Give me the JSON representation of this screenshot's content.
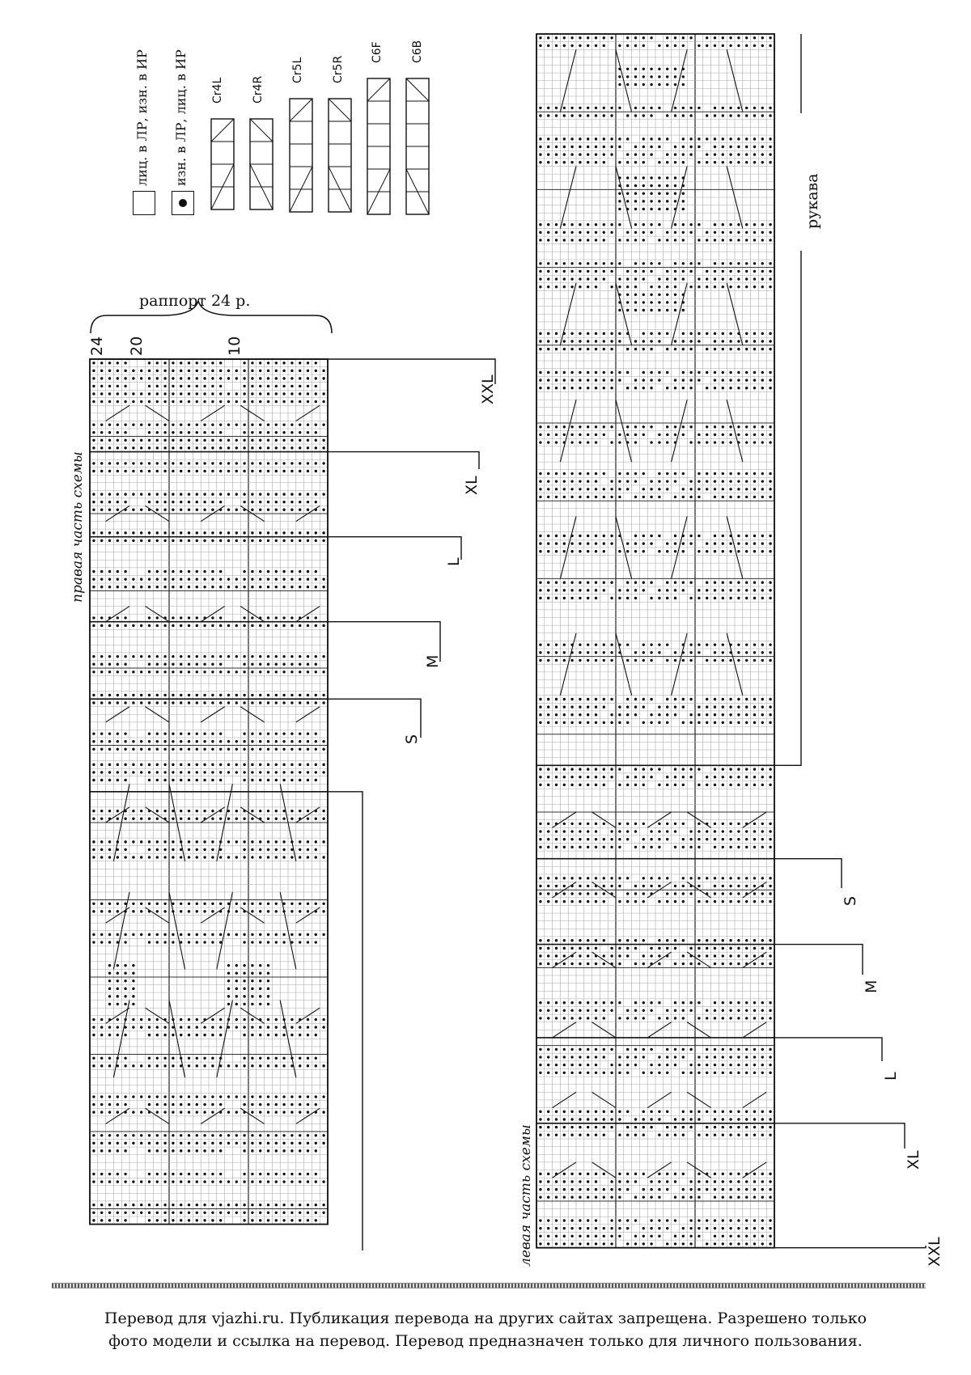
{
  "legend": {
    "knit_symbol_label": "лиц. в ЛР, изн. в ИР",
    "purl_symbol_label": "изн. в ЛР, лиц. в ИР",
    "cables": [
      "Cr4L",
      "Cr4R",
      "Cr5L",
      "Cr5R",
      "C6F",
      "C6B"
    ]
  },
  "left_chart": {
    "rapport_label": "раппорт 24 р.",
    "column_numbers": [
      "24",
      "20",
      "10"
    ],
    "part_label": "правая часть схемы",
    "size_marks": [
      "XXL",
      "XL",
      "L",
      "M",
      "S"
    ]
  },
  "right_chart": {
    "sleeve_label": "рукава",
    "part_label": "левая часть схемы",
    "size_marks": [
      "S",
      "M",
      "L",
      "XL",
      "XXL"
    ]
  },
  "footer": {
    "line1": "Перевод для vjazhi.ru. Публикация перевода на других сайтах запрещена. Разрешено только",
    "line2": "фото модели и ссылка на перевод.  Перевод предназначен только для личного пользования."
  }
}
